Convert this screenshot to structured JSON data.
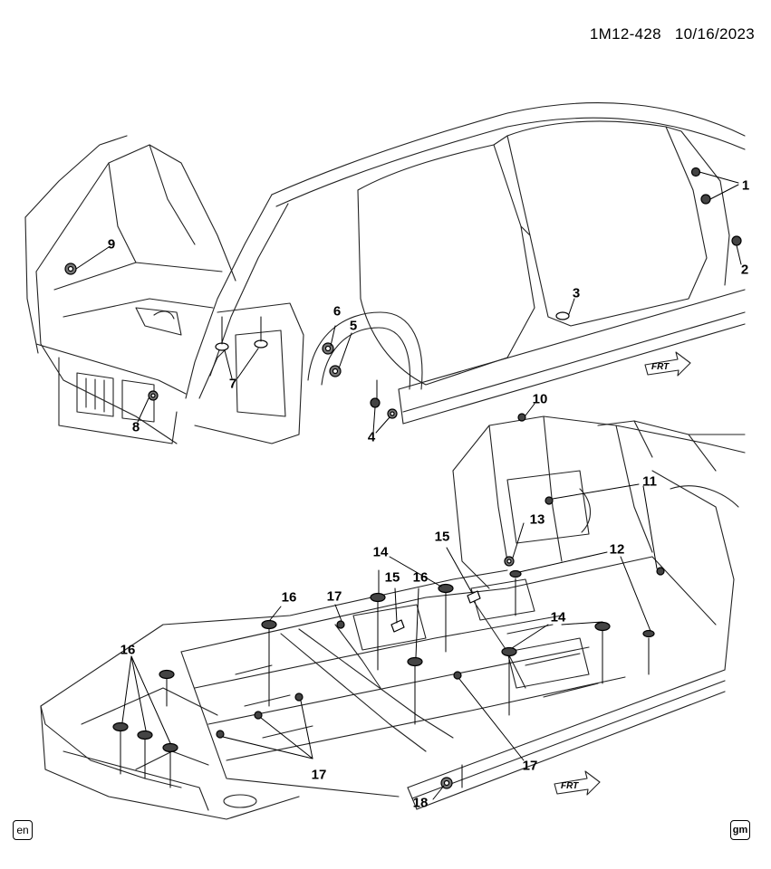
{
  "header": {
    "code": "1M12-428",
    "date": "10/16/2023"
  },
  "badges": {
    "language": "en",
    "brand": "gm"
  },
  "front_label": "FRT",
  "callouts": [
    "1",
    "2",
    "3",
    "4",
    "5",
    "6",
    "7",
    "8",
    "9",
    "10",
    "11",
    "12",
    "13",
    "14",
    "15",
    "16",
    "17",
    "18"
  ]
}
